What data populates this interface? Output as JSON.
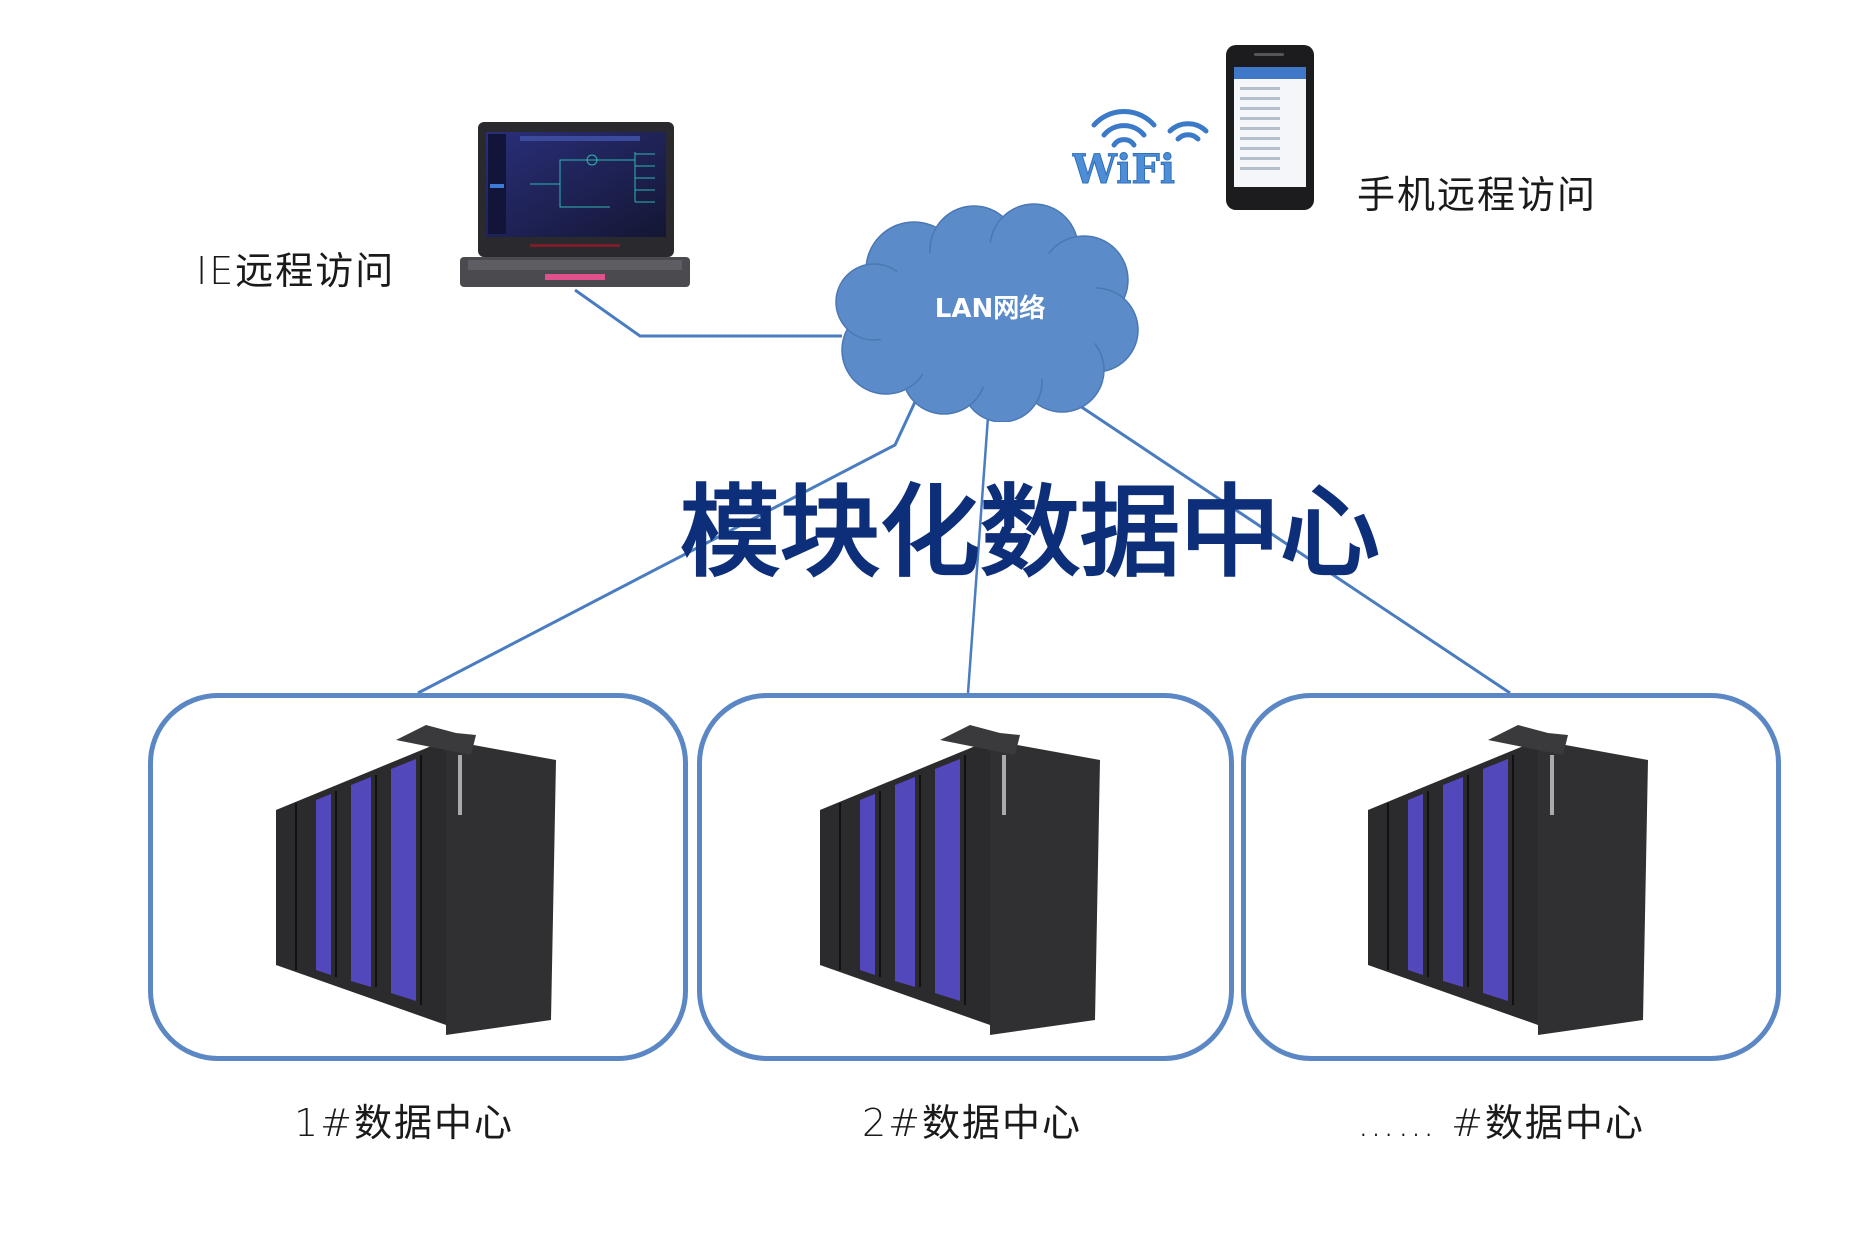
{
  "diagram": {
    "title": "模块化数据中心",
    "network": {
      "label": "LAN网络",
      "icon": "cloud-icon",
      "color": "#5b8bc8"
    },
    "clients": [
      {
        "label": "IE远程访问",
        "device": "laptop-icon"
      },
      {
        "label": "手机远程访问",
        "device": "smartphone-icon",
        "badge": "WiFi"
      }
    ],
    "data_centers": [
      {
        "label": "1#数据中心",
        "device": "server-cabinet-icon"
      },
      {
        "label": "2#数据中心",
        "device": "server-cabinet-icon"
      },
      {
        "label": "…… #数据中心",
        "device": "server-cabinet-icon"
      }
    ],
    "colors": {
      "title": "#0d2f7a",
      "link": "#4a7cc0",
      "box_border": "#5b87c5",
      "cloud": "#5b8bc8"
    }
  }
}
